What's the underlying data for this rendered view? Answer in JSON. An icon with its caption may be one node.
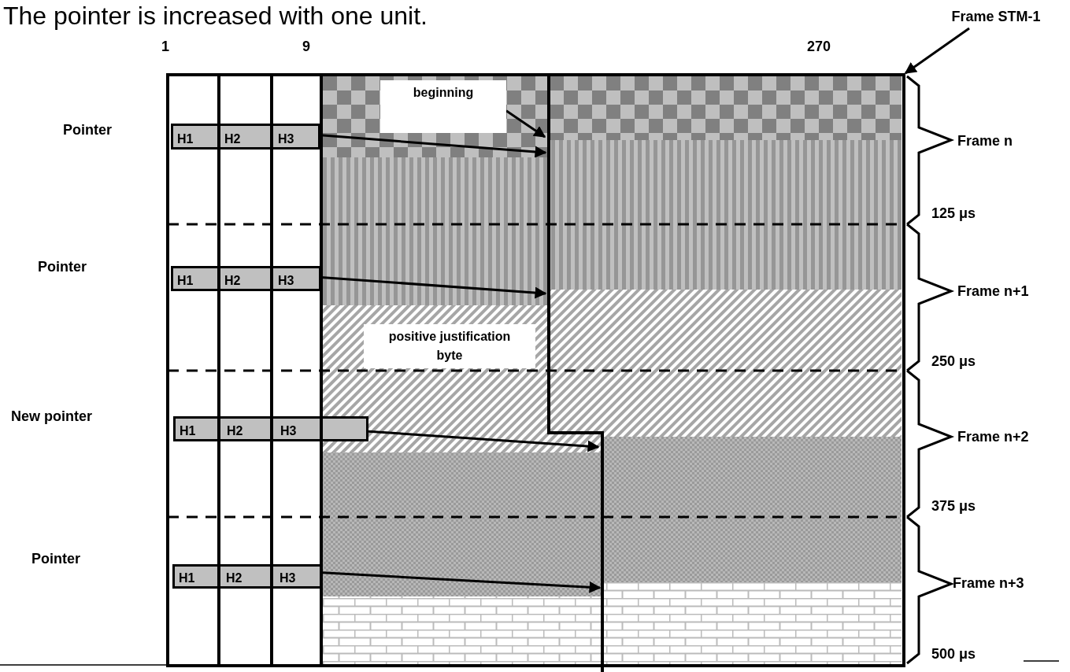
{
  "diagram": {
    "title": "The pointer is increased with one unit.",
    "nodes": [
      {
        "text": [
          "Frame STM-1"
        ]
      },
      {
        "text": [],
        "shape": "box"
      },
      {
        "text": [
          "beginning"
        ],
        "in": 1
      },
      {
        "text": [
          "H1",
          "H2",
          "H3"
        ],
        "in": 1
      },
      {
        "text": [
          "H1",
          "H2",
          "H3"
        ],
        "in": 1
      },
      {
        "text": [
          "positive justification byte"
        ],
        "in": 1
      },
      {
        "text": [
          "H1",
          "H2",
          "H3"
        ],
        "in": 1
      },
      {
        "text": [
          "H1",
          "H2",
          "H3"
        ],
        "in": 1
      }
    ],
    "edges": [
      {
        "from": 0,
        "to": 1,
        "arrow": "to"
      },
      {
        "from": 2,
        "to": null,
        "arrow": "to"
      },
      {
        "from": 3,
        "to": null,
        "arrow": "to"
      },
      {
        "from": 4,
        "to": null,
        "arrow": "to"
      },
      {
        "from": 6,
        "to": null,
        "arrow": "to"
      },
      {
        "from": 7,
        "to": null,
        "arrow": "to"
      }
    ],
    "labels": [
      "1",
      "9",
      "270",
      "Pointer",
      "Frame n",
      "125 μs",
      "Pointer",
      "Frame n+1",
      "250 μs",
      "New pointer",
      "Frame n+2",
      "375 μs",
      "Pointer",
      "Frame n+3",
      "500 μs"
    ]
  }
}
